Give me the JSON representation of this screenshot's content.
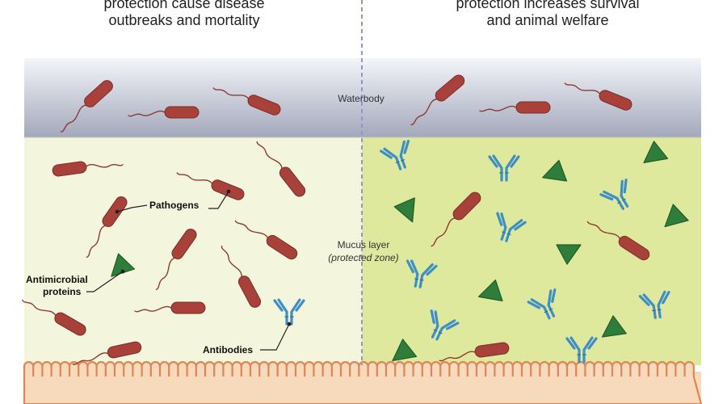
{
  "left_panel": {
    "heading_line1": "protection cause disease",
    "heading_line2": "outbreaks and mortality"
  },
  "right_panel": {
    "heading_line1": "protection increases survival",
    "heading_line2": "and animal welfare"
  },
  "zones": {
    "waterbody": "Waterbody",
    "mucus_layer": "Mucus layer",
    "mucus_layer_note": "(protected zone)"
  },
  "callouts": {
    "pathogens": "Pathogens",
    "antimicrobial_line1": "Antimicrobial",
    "antimicrobial_line2": "proteins",
    "antibodies": "Antibodies"
  },
  "colors": {
    "bacterium": "#a8413a",
    "bacterium_tail": "#8e3a32",
    "antibody": "#3d8fc6",
    "protein": "#2f7d3a",
    "water_top": "#f2f4f8",
    "water_bottom": "#a4a9bc",
    "mucus_left": "#f3f6dc",
    "mucus_right": "#dfe99e",
    "epithelium": "#f7d9bc",
    "epithelium_edge": "#de8655",
    "divider": "#8f97c6"
  },
  "icons": [
    "bacterium-icon",
    "antibody-icon",
    "antimicrobial-protein-icon"
  ]
}
